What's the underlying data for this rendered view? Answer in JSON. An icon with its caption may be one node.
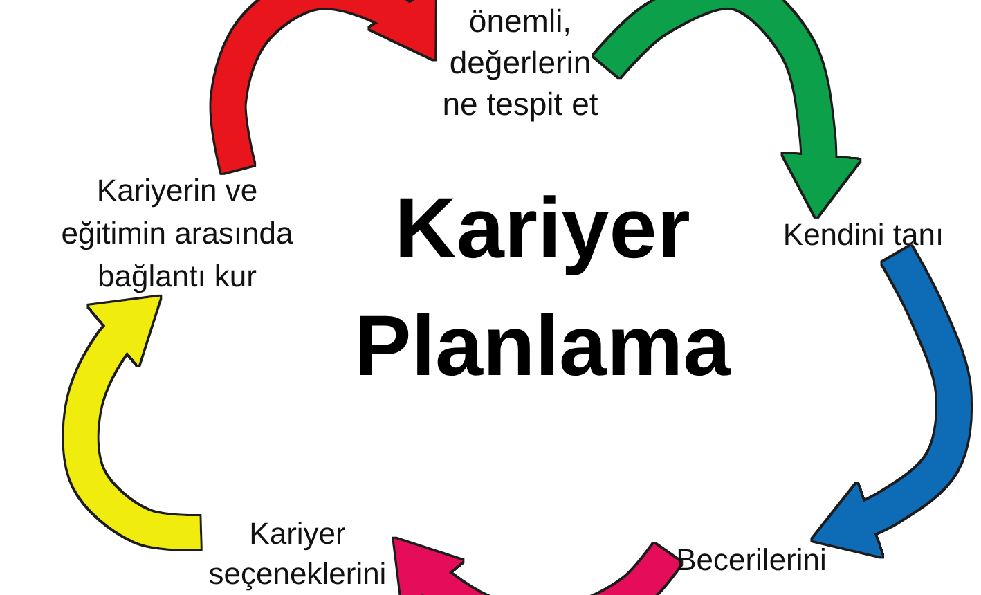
{
  "diagram": {
    "title": "Kariyer Planlama",
    "nodes": [
      {
        "text": [
          "önemli, değerlerin ne tespit et"
        ]
      },
      {
        "text": [
          "Kendini tanı"
        ]
      },
      {
        "text": [
          "Becerilerini"
        ]
      },
      {
        "text": [
          "Kariyer seçeneklerini"
        ]
      },
      {
        "text": [
          "Kariyerin ve eğitimin arasında bağlantı kur"
        ]
      }
    ],
    "edges": [
      {
        "from": 4,
        "to": 0,
        "arrow": "to",
        "color": "#e8141b"
      },
      {
        "from": 0,
        "to": 1,
        "arrow": "to",
        "color": "#0ea04b"
      },
      {
        "from": 1,
        "to": 2,
        "arrow": "to",
        "color": "#0d6cb5"
      },
      {
        "from": 2,
        "to": 3,
        "arrow": "to",
        "color": "#e5105a"
      },
      {
        "from": 3,
        "to": 4,
        "arrow": "to",
        "color": "#f0ec10"
      }
    ]
  }
}
